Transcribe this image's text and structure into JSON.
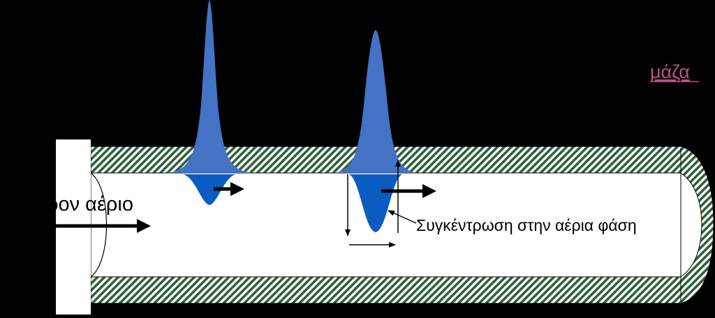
{
  "labels": {
    "carrier_gas": "ρον αέριο",
    "gas_phase_concentration": "Συγκέντρωση στην αέρια φάση",
    "mass_link": "μάζα"
  },
  "colors": {
    "background": "#000000",
    "tube_hatch": "#2f5f3a",
    "tube_interior": "#ffffff",
    "peak_light": "#4472c4",
    "peak_dark": "#0a5cc0",
    "arrow": "#000000",
    "link": "#c0508a"
  }
}
